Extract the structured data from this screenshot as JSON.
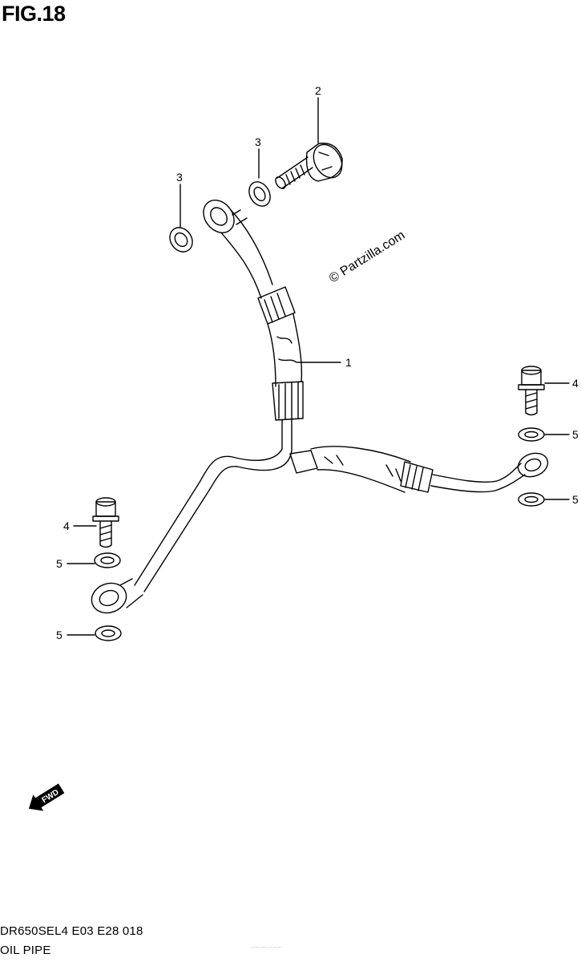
{
  "figure": {
    "title": "FIG.18"
  },
  "callouts": [
    {
      "id": "c1",
      "label": "1"
    },
    {
      "id": "c2",
      "label": "2"
    },
    {
      "id": "c3a",
      "label": "3"
    },
    {
      "id": "c3b",
      "label": "3"
    },
    {
      "id": "c4r",
      "label": "4"
    },
    {
      "id": "c5r1",
      "label": "5"
    },
    {
      "id": "c5r2",
      "label": "5"
    },
    {
      "id": "c4l",
      "label": "4"
    },
    {
      "id": "c5l1",
      "label": "5"
    },
    {
      "id": "c5l2",
      "label": "5"
    }
  ],
  "watermark": "© Partzilla.com",
  "fwd_label": "FWD",
  "footer": {
    "model_code": "DR650SEL4  E03  E28  018",
    "part_name": "OIL PIPE",
    "fine_print": "........ ....... .. ........"
  }
}
